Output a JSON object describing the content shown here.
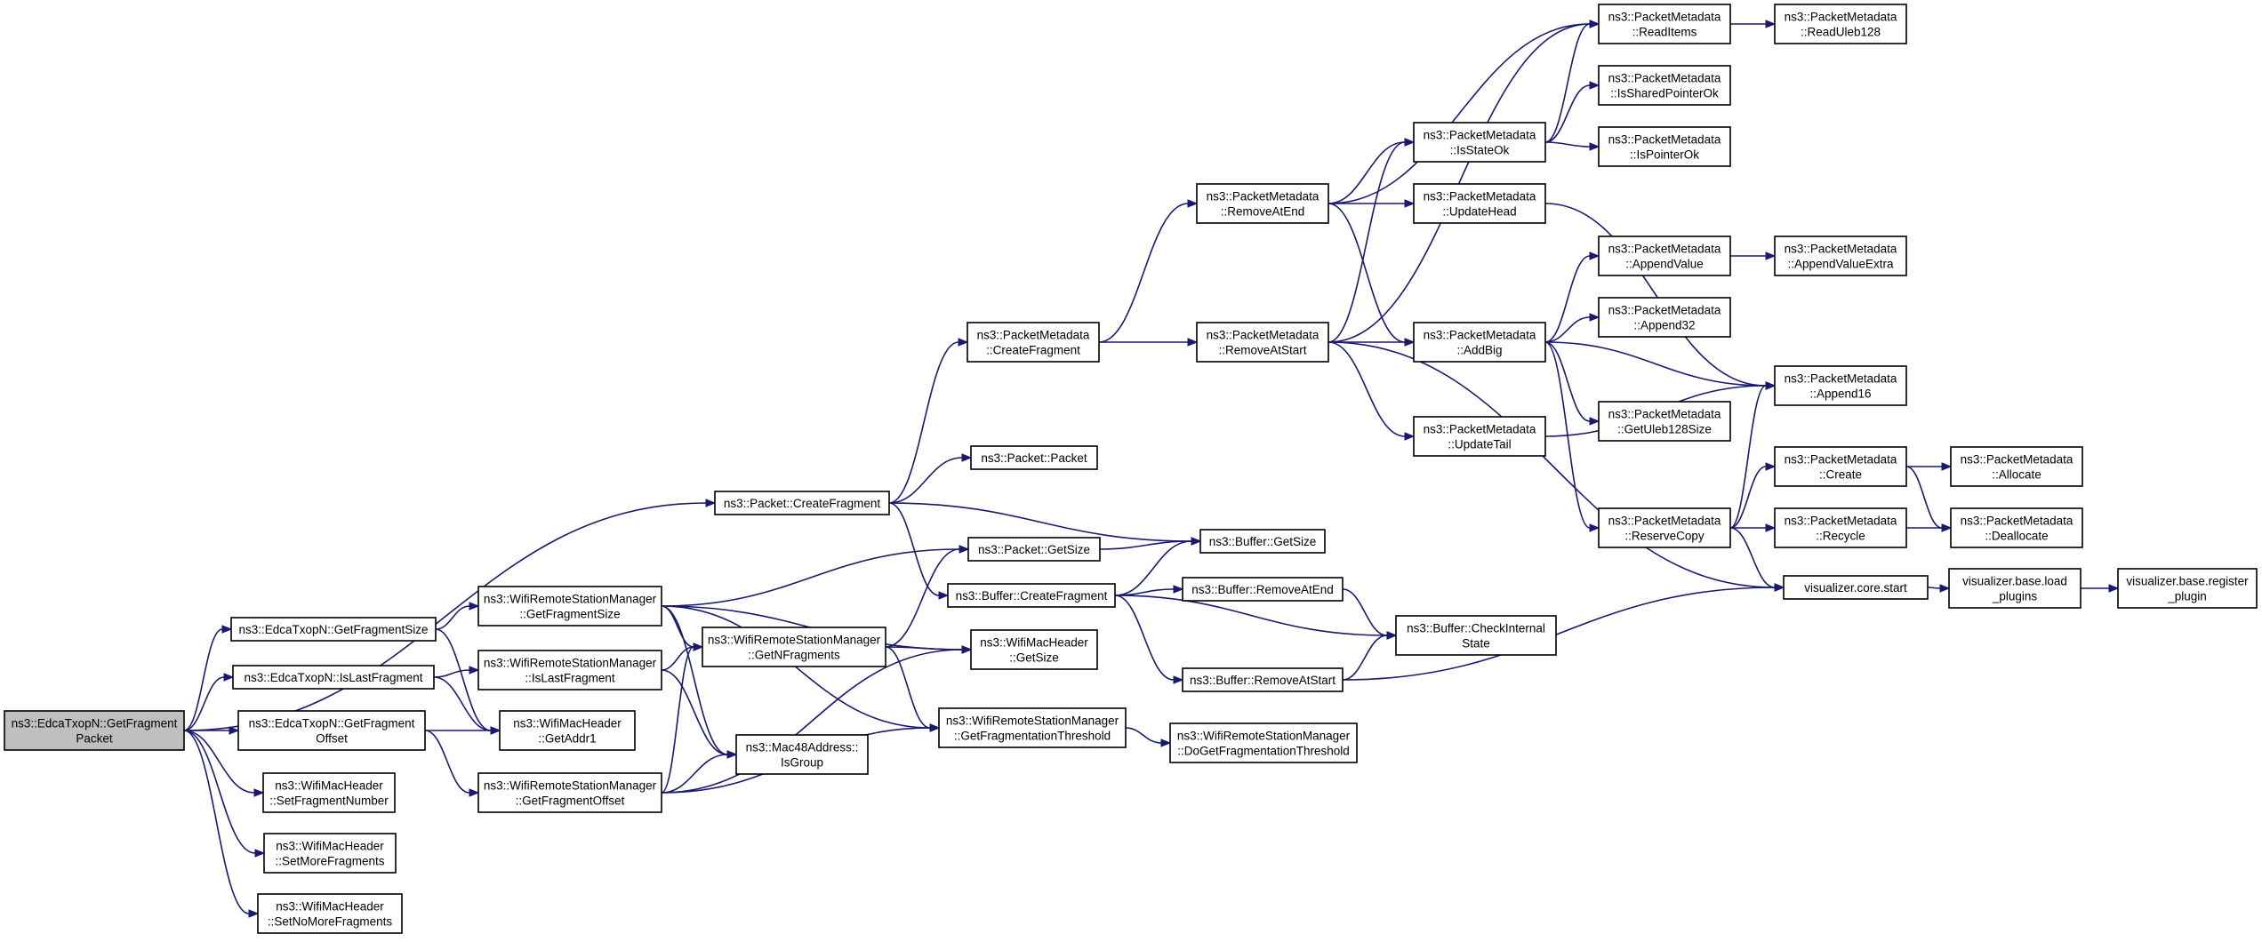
{
  "diagram": {
    "type": "call-graph",
    "edge_color": "#191970",
    "root_fill": "#bfbfbf",
    "nodes": [
      {
        "id": "root",
        "lines": [
          "ns3::EdcaTxopN::GetFragment",
          "Packet"
        ],
        "root": true
      },
      {
        "id": "edca_getfragsize",
        "lines": [
          "ns3::EdcaTxopN::GetFragmentSize"
        ]
      },
      {
        "id": "edca_islast",
        "lines": [
          "ns3::EdcaTxopN::IsLastFragment"
        ]
      },
      {
        "id": "edca_getfragoffset",
        "lines": [
          "ns3::EdcaTxopN::GetFragment",
          "Offset"
        ]
      },
      {
        "id": "wmh_setfragnum",
        "lines": [
          "ns3::WifiMacHeader",
          "::SetFragmentNumber"
        ]
      },
      {
        "id": "wmh_setmore",
        "lines": [
          "ns3::WifiMacHeader",
          "::SetMoreFragments"
        ]
      },
      {
        "id": "wmh_setnomore",
        "lines": [
          "ns3::WifiMacHeader",
          "::SetNoMoreFragments"
        ]
      },
      {
        "id": "wrsm_getfragsize",
        "lines": [
          "ns3::WifiRemoteStationManager",
          "::GetFragmentSize"
        ]
      },
      {
        "id": "wrsm_islast",
        "lines": [
          "ns3::WifiRemoteStationManager",
          "::IsLastFragment"
        ]
      },
      {
        "id": "wrsm_getfragoffset",
        "lines": [
          "ns3::WifiRemoteStationManager",
          "::GetFragmentOffset"
        ]
      },
      {
        "id": "wmh_getaddr1",
        "lines": [
          "ns3::WifiMacHeader",
          "::GetAddr1"
        ]
      },
      {
        "id": "packet_createfrag",
        "lines": [
          "ns3::Packet::CreateFragment"
        ]
      },
      {
        "id": "wrsm_getnfrags",
        "lines": [
          "ns3::WifiRemoteStationManager",
          "::GetNFragments"
        ]
      },
      {
        "id": "mac48_isgroup",
        "lines": [
          "ns3::Mac48Address::",
          "IsGroup"
        ]
      },
      {
        "id": "pm_createfrag",
        "lines": [
          "ns3::PacketMetadata",
          "::CreateFragment"
        ]
      },
      {
        "id": "packet_packet",
        "lines": [
          "ns3::Packet::Packet"
        ]
      },
      {
        "id": "packet_getsize",
        "lines": [
          "ns3::Packet::GetSize"
        ]
      },
      {
        "id": "buffer_createfrag",
        "lines": [
          "ns3::Buffer::CreateFragment"
        ]
      },
      {
        "id": "wmh_getsize",
        "lines": [
          "ns3::WifiMacHeader",
          "::GetSize"
        ]
      },
      {
        "id": "wrsm_getfragthresh",
        "lines": [
          "ns3::WifiRemoteStationManager",
          "::GetFragmentationThreshold"
        ]
      },
      {
        "id": "pm_removeatend",
        "lines": [
          "ns3::PacketMetadata",
          "::RemoveAtEnd"
        ]
      },
      {
        "id": "pm_removeatstart",
        "lines": [
          "ns3::PacketMetadata",
          "::RemoveAtStart"
        ]
      },
      {
        "id": "buffer_getsize",
        "lines": [
          "ns3::Buffer::GetSize"
        ]
      },
      {
        "id": "buffer_removeatend",
        "lines": [
          "ns3::Buffer::RemoveAtEnd"
        ]
      },
      {
        "id": "buffer_removeatstart",
        "lines": [
          "ns3::Buffer::RemoveAtStart"
        ]
      },
      {
        "id": "wrsm_dogetfragthresh",
        "lines": [
          "ns3::WifiRemoteStationManager",
          "::DoGetFragmentationThreshold"
        ]
      },
      {
        "id": "pm_isstateok",
        "lines": [
          "ns3::PacketMetadata",
          "::IsStateOk"
        ]
      },
      {
        "id": "pm_updatehead",
        "lines": [
          "ns3::PacketMetadata",
          "::UpdateHead"
        ]
      },
      {
        "id": "pm_addbig",
        "lines": [
          "ns3::PacketMetadata",
          "::AddBig"
        ]
      },
      {
        "id": "pm_updatetail",
        "lines": [
          "ns3::PacketMetadata",
          "::UpdateTail"
        ]
      },
      {
        "id": "buffer_checkinternal",
        "lines": [
          "ns3::Buffer::CheckInternal",
          "State"
        ]
      },
      {
        "id": "pm_readitems",
        "lines": [
          "ns3::PacketMetadata",
          "::ReadItems"
        ]
      },
      {
        "id": "pm_issharedptrok",
        "lines": [
          "ns3::PacketMetadata",
          "::IsSharedPointerOk"
        ]
      },
      {
        "id": "pm_ispointerok",
        "lines": [
          "ns3::PacketMetadata",
          "::IsPointerOk"
        ]
      },
      {
        "id": "pm_appendvalue",
        "lines": [
          "ns3::PacketMetadata",
          "::AppendValue"
        ]
      },
      {
        "id": "pm_append32",
        "lines": [
          "ns3::PacketMetadata",
          "::Append32"
        ]
      },
      {
        "id": "pm_getuleb128size",
        "lines": [
          "ns3::PacketMetadata",
          "::GetUleb128Size"
        ]
      },
      {
        "id": "pm_reservecopy",
        "lines": [
          "ns3::PacketMetadata",
          "::ReserveCopy"
        ]
      },
      {
        "id": "vis_core_start",
        "lines": [
          "visualizer.core.start"
        ]
      },
      {
        "id": "pm_readuleb128",
        "lines": [
          "ns3::PacketMetadata",
          "::ReadUleb128"
        ]
      },
      {
        "id": "pm_appendvalueextra",
        "lines": [
          "ns3::PacketMetadata",
          "::AppendValueExtra"
        ]
      },
      {
        "id": "pm_append16",
        "lines": [
          "ns3::PacketMetadata",
          "::Append16"
        ]
      },
      {
        "id": "pm_create",
        "lines": [
          "ns3::PacketMetadata",
          "::Create"
        ]
      },
      {
        "id": "pm_recycle",
        "lines": [
          "ns3::PacketMetadata",
          "::Recycle"
        ]
      },
      {
        "id": "pm_allocate",
        "lines": [
          "ns3::PacketMetadata",
          "::Allocate"
        ]
      },
      {
        "id": "pm_deallocate",
        "lines": [
          "ns3::PacketMetadata",
          "::Deallocate"
        ]
      },
      {
        "id": "vis_base_loadplugins",
        "lines": [
          "visualizer.base.load",
          "_plugins"
        ]
      },
      {
        "id": "vis_base_registerplugin",
        "lines": [
          "visualizer.base.register",
          "_plugin"
        ]
      }
    ],
    "edges": [
      [
        "root",
        "edca_getfragsize"
      ],
      [
        "root",
        "edca_islast"
      ],
      [
        "root",
        "edca_getfragoffset"
      ],
      [
        "root",
        "wmh_setfragnum"
      ],
      [
        "root",
        "wmh_setmore"
      ],
      [
        "root",
        "wmh_setnomore"
      ],
      [
        "root",
        "packet_createfrag"
      ],
      [
        "edca_getfragsize",
        "wrsm_getfragsize"
      ],
      [
        "edca_getfragsize",
        "wmh_getaddr1"
      ],
      [
        "edca_islast",
        "wrsm_islast"
      ],
      [
        "edca_islast",
        "wmh_getaddr1"
      ],
      [
        "edca_getfragoffset",
        "wmh_getaddr1"
      ],
      [
        "edca_getfragoffset",
        "wrsm_getfragoffset"
      ],
      [
        "wrsm_getfragsize",
        "packet_getsize"
      ],
      [
        "wrsm_getfragsize",
        "wrsm_getnfrags"
      ],
      [
        "wrsm_getfragsize",
        "wmh_getsize"
      ],
      [
        "wrsm_getfragsize",
        "mac48_isgroup"
      ],
      [
        "wrsm_getfragsize",
        "wrsm_getfragthresh"
      ],
      [
        "wrsm_islast",
        "wrsm_getnfrags"
      ],
      [
        "wrsm_islast",
        "mac48_isgroup"
      ],
      [
        "wrsm_getfragoffset",
        "wrsm_getnfrags"
      ],
      [
        "wrsm_getfragoffset",
        "mac48_isgroup"
      ],
      [
        "wrsm_getfragoffset",
        "wmh_getsize"
      ],
      [
        "wrsm_getfragoffset",
        "wrsm_getfragthresh"
      ],
      [
        "wrsm_getnfrags",
        "packet_getsize"
      ],
      [
        "wrsm_getnfrags",
        "wmh_getsize"
      ],
      [
        "wrsm_getnfrags",
        "wrsm_getfragthresh"
      ],
      [
        "packet_createfrag",
        "pm_createfrag"
      ],
      [
        "packet_createfrag",
        "packet_packet"
      ],
      [
        "packet_createfrag",
        "buffer_getsize"
      ],
      [
        "packet_createfrag",
        "buffer_createfrag"
      ],
      [
        "packet_getsize",
        "buffer_getsize"
      ],
      [
        "buffer_createfrag",
        "buffer_getsize"
      ],
      [
        "buffer_createfrag",
        "buffer_removeatend"
      ],
      [
        "buffer_createfrag",
        "buffer_checkinternal"
      ],
      [
        "buffer_createfrag",
        "buffer_removeatstart"
      ],
      [
        "buffer_removeatend",
        "buffer_checkinternal"
      ],
      [
        "buffer_removeatstart",
        "buffer_checkinternal"
      ],
      [
        "buffer_removeatstart",
        "vis_core_start"
      ],
      [
        "wrsm_getfragthresh",
        "wrsm_dogetfragthresh"
      ],
      [
        "pm_createfrag",
        "pm_removeatend"
      ],
      [
        "pm_createfrag",
        "pm_removeatstart"
      ],
      [
        "pm_removeatend",
        "pm_readitems"
      ],
      [
        "pm_removeatend",
        "pm_isstateok"
      ],
      [
        "pm_removeatend",
        "pm_updatehead"
      ],
      [
        "pm_removeatend",
        "pm_addbig"
      ],
      [
        "pm_removeatstart",
        "pm_readitems"
      ],
      [
        "pm_removeatstart",
        "pm_isstateok"
      ],
      [
        "pm_removeatstart",
        "pm_addbig"
      ],
      [
        "pm_removeatstart",
        "pm_updatetail"
      ],
      [
        "pm_removeatstart",
        "vis_core_start"
      ],
      [
        "pm_isstateok",
        "pm_readitems"
      ],
      [
        "pm_isstateok",
        "pm_issharedptrok"
      ],
      [
        "pm_isstateok",
        "pm_ispointerok"
      ],
      [
        "pm_updatehead",
        "pm_append16"
      ],
      [
        "pm_addbig",
        "pm_appendvalue"
      ],
      [
        "pm_addbig",
        "pm_append32"
      ],
      [
        "pm_addbig",
        "pm_getuleb128size"
      ],
      [
        "pm_addbig",
        "pm_append16"
      ],
      [
        "pm_addbig",
        "pm_reservecopy"
      ],
      [
        "pm_updatetail",
        "pm_append16"
      ],
      [
        "pm_readitems",
        "pm_readuleb128"
      ],
      [
        "pm_appendvalue",
        "pm_appendvalueextra"
      ],
      [
        "pm_reservecopy",
        "pm_append16"
      ],
      [
        "pm_reservecopy",
        "pm_create"
      ],
      [
        "pm_reservecopy",
        "pm_recycle"
      ],
      [
        "pm_reservecopy",
        "vis_core_start"
      ],
      [
        "pm_create",
        "pm_allocate"
      ],
      [
        "pm_create",
        "pm_deallocate"
      ],
      [
        "pm_recycle",
        "pm_deallocate"
      ],
      [
        "vis_core_start",
        "vis_base_loadplugins"
      ],
      [
        "vis_base_loadplugins",
        "vis_base_registerplugin"
      ]
    ]
  }
}
